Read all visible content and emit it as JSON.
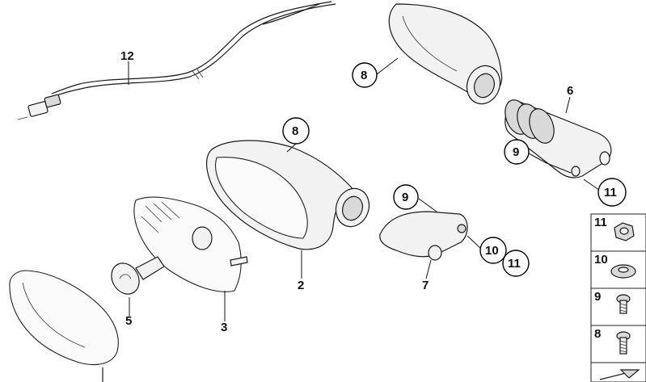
{
  "callouts": {
    "c12": "12",
    "c8_top": "8",
    "c6": "6",
    "c9_top": "9",
    "c11_top": "11",
    "c8_mid": "8",
    "c9_mid": "9",
    "c10_mid": "10",
    "c11_mid": "11",
    "c2": "2",
    "c7": "7",
    "c5": "5",
    "c3": "3"
  },
  "side_panel": {
    "items": [
      {
        "label": "11",
        "icon": "nut-icon"
      },
      {
        "label": "10",
        "icon": "washer-icon"
      },
      {
        "label": "9",
        "icon": "screw-icon"
      },
      {
        "label": "8",
        "icon": "screw-icon"
      }
    ]
  }
}
